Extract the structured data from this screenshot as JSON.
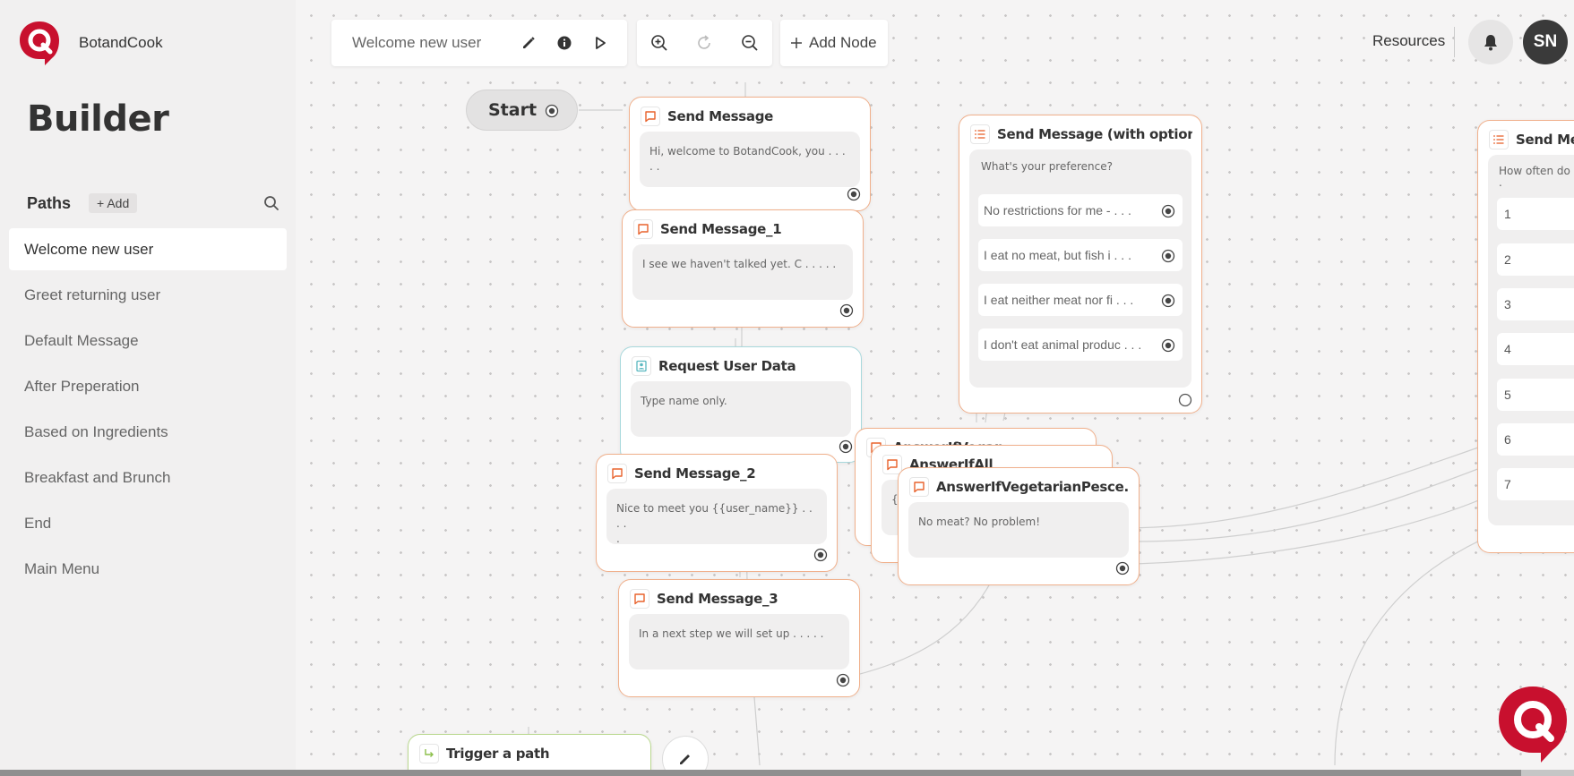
{
  "app": {
    "brand_name": "BotandCook",
    "section_title": "Builder"
  },
  "sidebar": {
    "paths_label": "Paths",
    "add_label": "+ Add",
    "items": [
      {
        "label": "Welcome new user",
        "active": true
      },
      {
        "label": "Greet returning user"
      },
      {
        "label": "Default Message"
      },
      {
        "label": "After Preperation"
      },
      {
        "label": "Based on Ingredients"
      },
      {
        "label": "Breakfast and Brunch"
      },
      {
        "label": "End"
      },
      {
        "label": "Main Menu"
      }
    ]
  },
  "toolbar": {
    "path_title": "Welcome new user",
    "add_node_label": "Add Node"
  },
  "header": {
    "resources_label": "Resources",
    "avatar_initials": "SN"
  },
  "canvas": {
    "start_label": "Start",
    "nodes": {
      "send_message": {
        "title": "Send Message",
        "body": "Hi, welcome to BotandCook, you . . . \n. ."
      },
      "send_message_1": {
        "title": "Send Message_1",
        "body": "I see we haven't talked yet. C . . . . ."
      },
      "request_user_data": {
        "title": "Request User Data",
        "body": "Type name only."
      },
      "send_message_2": {
        "title": "Send Message_2",
        "body": "Nice to meet you {{user_name}} . . . .\n."
      },
      "send_message_3": {
        "title": "Send Message_3",
        "body": "In a next step we will set up . . . . ."
      },
      "options_node": {
        "title": "Send Message (with option...",
        "question": "What's your preference?",
        "options": [
          "No restrictions for me - . . .",
          "I eat no meat, but fish i . . .",
          "I eat neither meat nor fi . . .",
          "I don't eat animal produc . . ."
        ]
      },
      "answer_if_vegan": {
        "title": "AnswerIfVegan"
      },
      "answer_if_all": {
        "title": "AnswerIfAll",
        "body": "{{"
      },
      "answer_if_veg_pesc": {
        "title": "AnswerIfVegetarianPesce...",
        "body": "No meat? No problem!"
      },
      "right_node": {
        "title": "Send Me",
        "question": "How often do\n.",
        "options": [
          "1",
          "2",
          "3",
          "4",
          "5",
          "6",
          "7"
        ]
      },
      "trigger_path": {
        "title": "Trigger a path"
      }
    }
  },
  "colors": {
    "accent": "#e8622c",
    "node_border": "#f0b08c",
    "teal_border": "#a8d8dc",
    "green_border": "#b9d88e",
    "avatar_bg": "#3a3a3a"
  }
}
